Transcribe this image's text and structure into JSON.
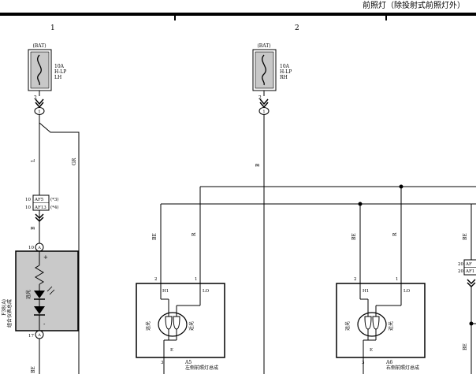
{
  "header": {
    "title": "前照灯（除投射式前照灯外）"
  },
  "columns": [
    "1",
    "2"
  ],
  "fuses": [
    {
      "supply": "(BAT)",
      "rating": "10A",
      "name": "H-LP",
      "side": "LH",
      "pin": "2",
      "connector": "1"
    },
    {
      "supply": "(BAT)",
      "rating": "10A",
      "name": "H-LP",
      "side": "RH",
      "pin": "2",
      "connector": "1"
    }
  ],
  "wires": {
    "l": "L",
    "gr": "GR",
    "b": "B",
    "r": "R",
    "be": "BE"
  },
  "splice": {
    "pin1": "10",
    "conn1": "AF5",
    "note1": "(*3)",
    "pin2": "10",
    "conn2": "AF13",
    "note2": "(*4)"
  },
  "meter": {
    "id": "F38(A)",
    "name": "组合仪表总成",
    "pin_top": "10",
    "pin_bottom": "17",
    "conn": "A",
    "plus": "+",
    "minus": "-",
    "led_label": "远光"
  },
  "headlights": [
    {
      "id": "A5",
      "name": "左侧前照灯总成",
      "h1": "H1",
      "lo": "LO",
      "e": "E",
      "pin_h1": "2",
      "pin_lo": "1",
      "pin_e": "3",
      "far": "远光",
      "near": "近光"
    },
    {
      "id": "A6",
      "name": "右侧前照灯总成",
      "h1": "H1",
      "lo": "LO",
      "e": "E",
      "pin_h1": "2",
      "pin_lo": "1",
      "pin_e": "3",
      "far": "远光",
      "near": "近光"
    }
  ],
  "edge_connector": {
    "pin1": "20",
    "conn1": "AF",
    "pin2": "20",
    "conn2": "AF1"
  }
}
